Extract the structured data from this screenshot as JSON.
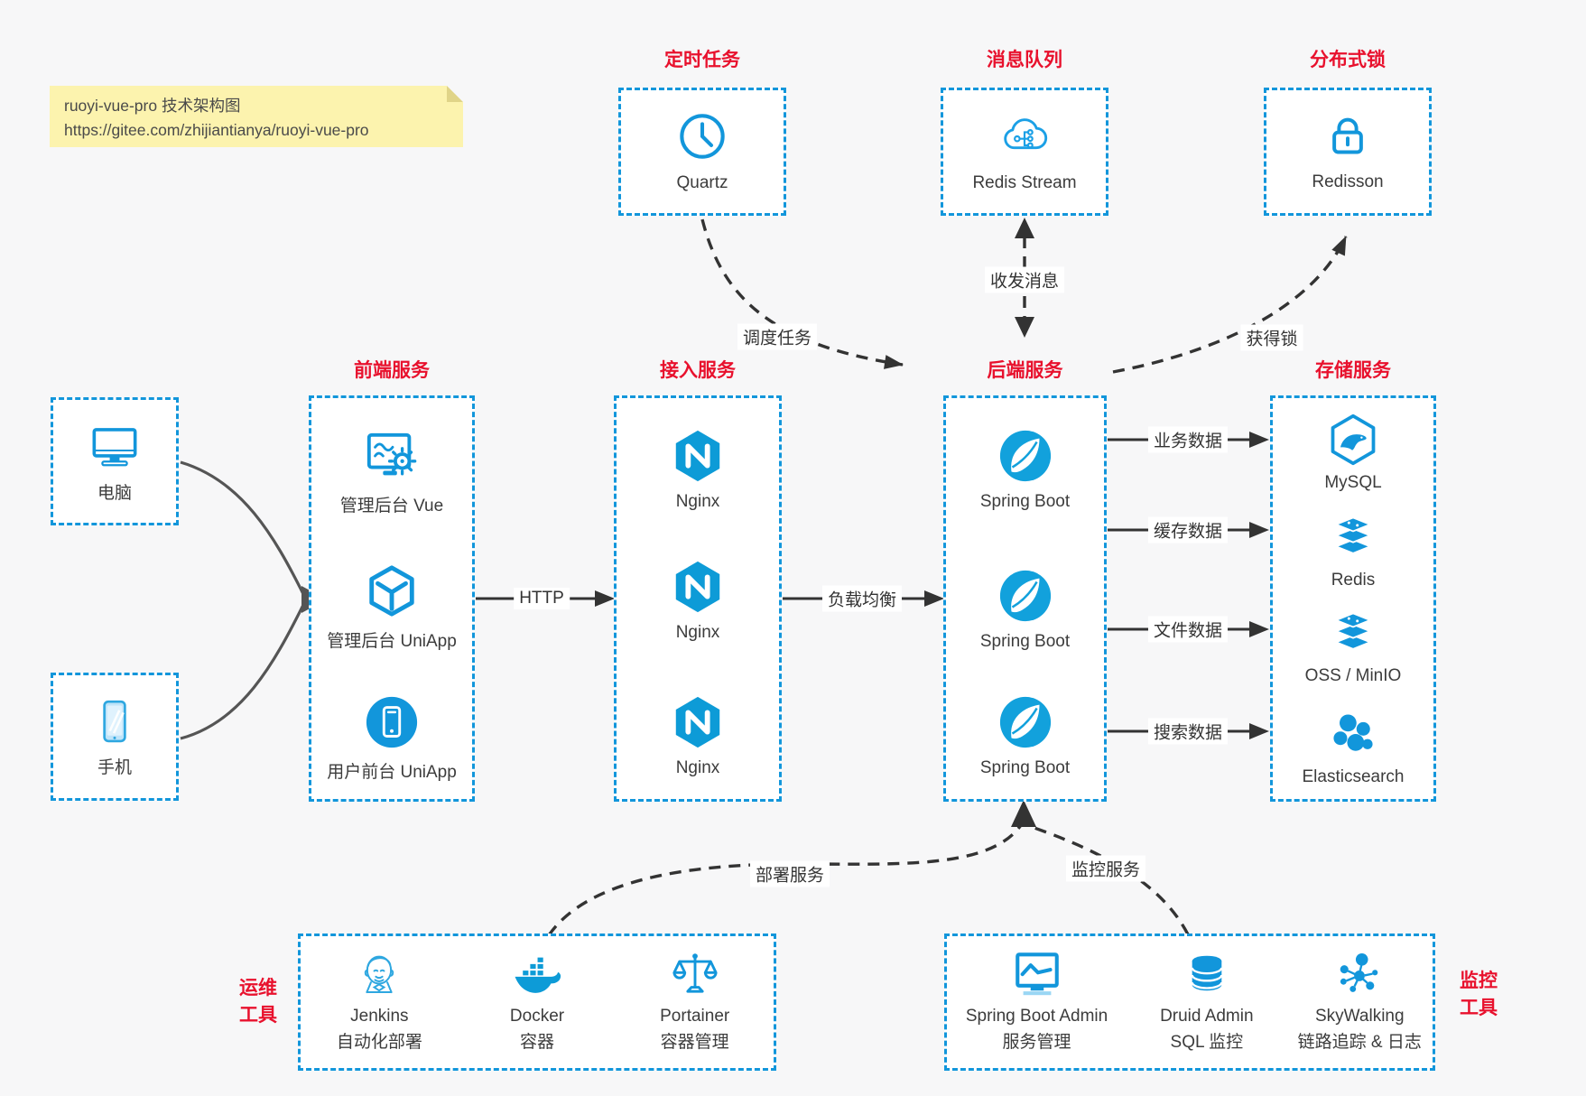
{
  "note": {
    "line1": "ruoyi-vue-pro 技术架构图",
    "line2": "https://gitee.com/zhijiantianya/ruoyi-vue-pro"
  },
  "top_groups": [
    {
      "title": "定时任务",
      "label": "Quartz",
      "icon": "clock-icon"
    },
    {
      "title": "消息队列",
      "label": "Redis Stream",
      "icon": "message-queue-cloud-icon"
    },
    {
      "title": "分布式锁",
      "label": "Redisson",
      "icon": "lock-icon"
    }
  ],
  "clients": [
    {
      "label": "电脑",
      "icon": "desktop-icon"
    },
    {
      "label": "手机",
      "icon": "smartphone-icon"
    }
  ],
  "columns": [
    {
      "title": "前端服务",
      "items": [
        {
          "label": "管理后台 Vue",
          "icon": "admin-vue-icon"
        },
        {
          "label": "管理后台 UniApp",
          "icon": "uniapp-cube-icon"
        },
        {
          "label": "用户前台 UniApp",
          "icon": "user-app-icon"
        }
      ]
    },
    {
      "title": "接入服务",
      "items": [
        {
          "label": "Nginx",
          "icon": "nginx-icon"
        },
        {
          "label": "Nginx",
          "icon": "nginx-icon"
        },
        {
          "label": "Nginx",
          "icon": "nginx-icon"
        }
      ]
    },
    {
      "title": "后端服务",
      "items": [
        {
          "label": "Spring Boot",
          "icon": "spring-boot-icon"
        },
        {
          "label": "Spring Boot",
          "icon": "spring-boot-icon"
        },
        {
          "label": "Spring Boot",
          "icon": "spring-boot-icon"
        }
      ]
    },
    {
      "title": "存储服务",
      "items": [
        {
          "label": "MySQL",
          "icon": "mysql-icon"
        },
        {
          "label": "Redis",
          "icon": "redis-icon"
        },
        {
          "label": "OSS / MinIO",
          "icon": "oss-minio-icon"
        },
        {
          "label": "Elasticsearch",
          "icon": "elasticsearch-icon"
        }
      ]
    }
  ],
  "bottom_groups": [
    {
      "title_line1": "运维",
      "title_line2": "工具",
      "items": [
        {
          "label": "Jenkins",
          "sublabel": "自动化部署",
          "icon": "jenkins-icon"
        },
        {
          "label": "Docker",
          "sublabel": "容器",
          "icon": "docker-icon"
        },
        {
          "label": "Portainer",
          "sublabel": "容器管理",
          "icon": "portainer-scales-icon"
        }
      ]
    },
    {
      "title_line1": "监控",
      "title_line2": "工具",
      "items": [
        {
          "label": "Spring Boot Admin",
          "sublabel": "服务管理",
          "icon": "spring-boot-admin-icon"
        },
        {
          "label": "Druid Admin",
          "sublabel": "SQL 监控",
          "icon": "druid-database-icon"
        },
        {
          "label": "SkyWalking",
          "sublabel": "链路追踪 & 日志",
          "icon": "skywalking-icon"
        }
      ]
    }
  ],
  "edge_labels": {
    "http": "HTTP",
    "load_balance": "负载均衡",
    "schedule": "调度任务",
    "messaging": "收发消息",
    "acquire_lock": "获得锁",
    "business_data": "业务数据",
    "cache_data": "缓存数据",
    "file_data": "文件数据",
    "search_data": "搜索数据",
    "deploy": "部署服务",
    "monitor": "监控服务"
  },
  "colors": {
    "accent_blue": "#1296db",
    "title_red": "#e8112d",
    "connector_dark": "#333333",
    "connector_gray": "#555555",
    "note_bg": "#fcf3ae",
    "page_bg": "#f7f7f8"
  }
}
